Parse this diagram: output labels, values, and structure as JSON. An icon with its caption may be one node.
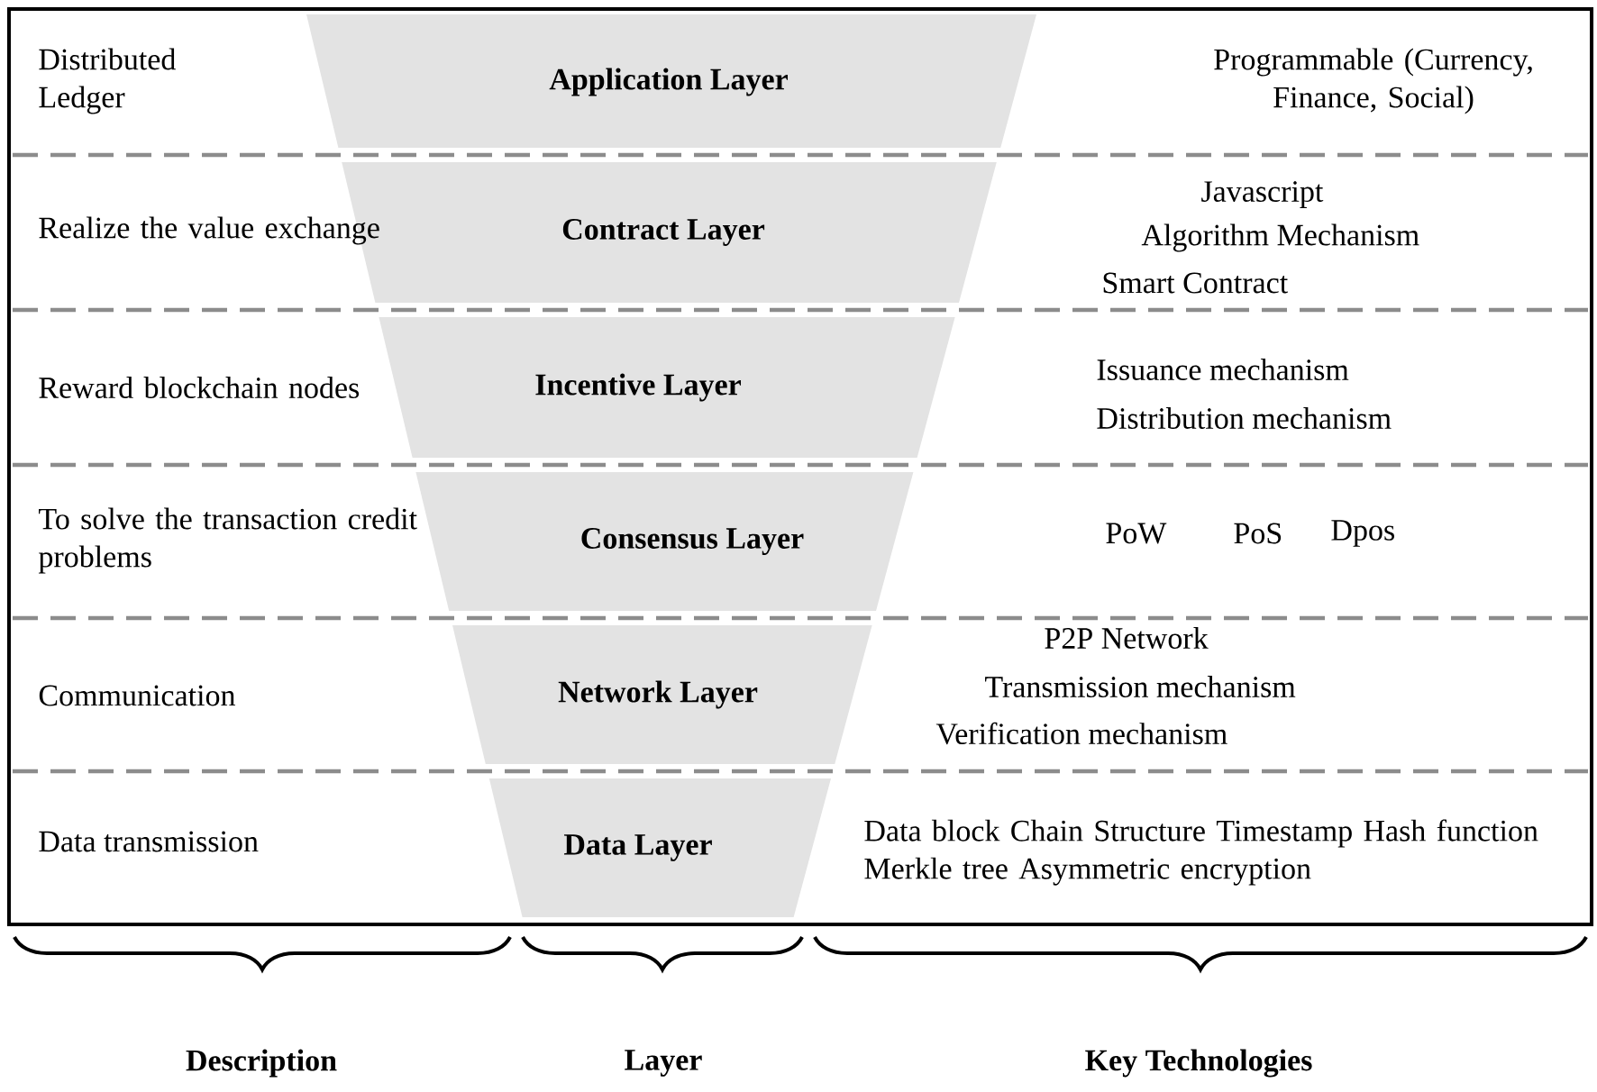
{
  "diagram": {
    "nodes": [
      {
        "text": [
          "Application Layer"
        ]
      },
      {
        "text": [
          "Contract  Layer"
        ]
      },
      {
        "text": [
          "Incentive  Layer"
        ]
      },
      {
        "text": [
          "Consensus   Layer"
        ]
      },
      {
        "text": [
          "Network Layer"
        ]
      },
      {
        "text": [
          "Data  Layer"
        ]
      }
    ],
    "labels": [
      "Distributed Ledger",
      "Programmable (Currency, Finance, Social)",
      "Realize the value exchange",
      "Javascript",
      "Algorithm Mechanism",
      "Smart Contract",
      "Reward blockchain nodes",
      "Issuance mechanism",
      "Distribution mechanism",
      "To solve the transaction credit problems",
      "PoW",
      "PoS",
      "Dpos",
      "Communication",
      "P2P Network",
      "Transmission mechanism",
      "Verification mechanism",
      "Data transmission",
      "Data block    Chain Structure  Timestamp Hash function  Merkle tree    Asymmetric encryption",
      "Description",
      "Layer",
      "Key Technologies"
    ]
  }
}
